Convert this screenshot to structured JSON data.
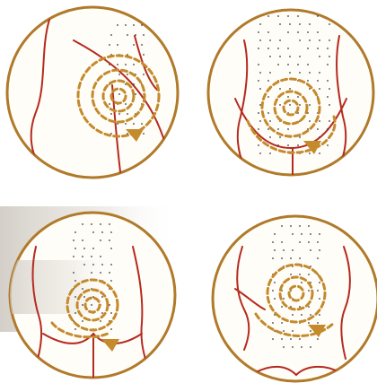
{
  "figure": {
    "panel_count": 4,
    "colors": {
      "ring": "#b07a2a",
      "ring_inner": "#fffdf8",
      "contour": "#b52a1f",
      "swirl": "#c48a2b",
      "arrow": "#c48a2b",
      "dots": "#3a3a3a",
      "smudge": "#d9d6d0"
    }
  },
  "panels": [
    {
      "name": "panel-1",
      "view": "side",
      "icon": "down-arrow-icon"
    },
    {
      "name": "panel-2",
      "view": "back",
      "icon": "down-arrow-icon"
    },
    {
      "name": "panel-3",
      "view": "back-with-hand",
      "icon": "down-arrow-icon"
    },
    {
      "name": "panel-4",
      "view": "back-lower",
      "icon": "down-arrow-icon"
    }
  ]
}
